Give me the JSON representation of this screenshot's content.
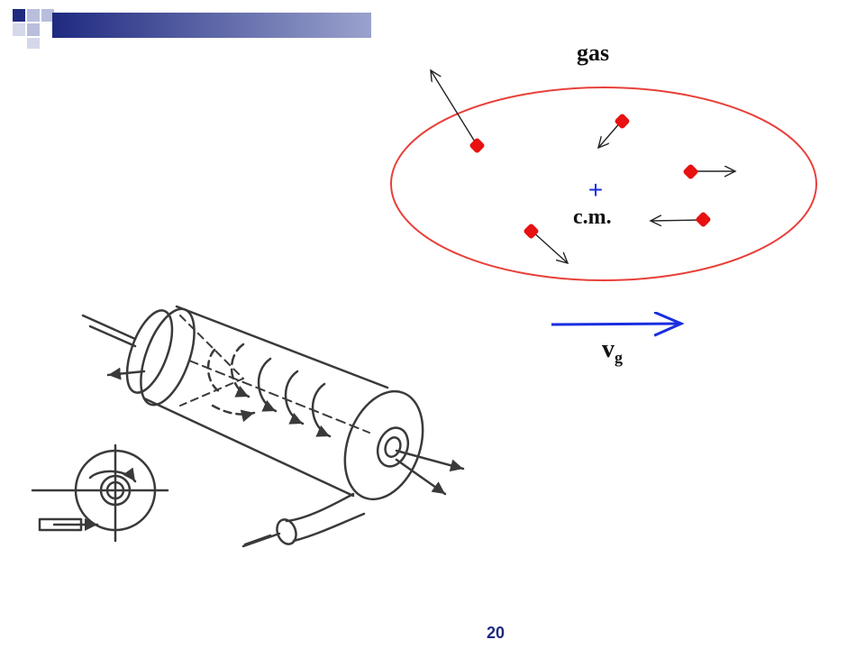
{
  "diagram": {
    "gas_label": "gas",
    "cm_label": "c.m.",
    "velocity_label_main": "v",
    "velocity_label_sub": "g",
    "center_marker": "+"
  },
  "slide": {
    "page_number": "20"
  },
  "colors": {
    "boundary": "#e8403a",
    "particle": "#e81010",
    "velocity_arrow": "#1a2ee0",
    "center_marker": "#1a2ee0",
    "deco_navy": "#1f2a80",
    "deco_light": "#b8bedc",
    "page_number": "#1f2a80"
  },
  "icons": {
    "corner_decoration": "square-grid-gradient-icon",
    "machine": "cyclone-separator-sketch-icon"
  }
}
